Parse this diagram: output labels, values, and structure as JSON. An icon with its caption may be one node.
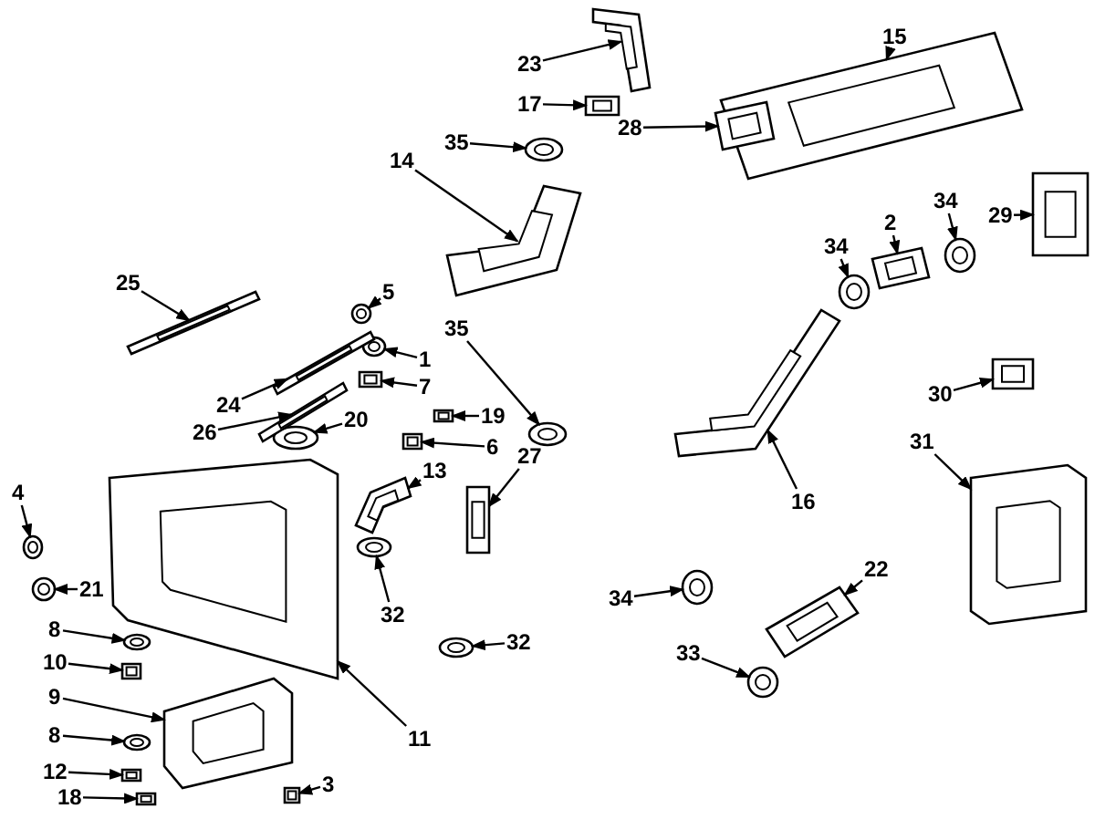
{
  "diagram": {
    "nodes": [
      {
        "text": [
          "15"
        ]
      },
      {
        "text": [
          "23"
        ]
      },
      {
        "text": [
          "17"
        ]
      },
      {
        "text": [
          "28"
        ]
      },
      {
        "text": [
          "35"
        ]
      },
      {
        "text": [
          "14"
        ]
      },
      {
        "text": [
          "34"
        ]
      },
      {
        "text": [
          "29"
        ]
      },
      {
        "text": [
          "2"
        ]
      },
      {
        "text": [
          "34"
        ]
      },
      {
        "text": [
          "25"
        ]
      },
      {
        "text": [
          "5"
        ]
      },
      {
        "text": [
          "35"
        ]
      },
      {
        "text": [
          "1"
        ]
      },
      {
        "text": [
          "7"
        ]
      },
      {
        "text": [
          "30"
        ]
      },
      {
        "text": [
          "24"
        ]
      },
      {
        "text": [
          "19"
        ]
      },
      {
        "text": [
          "20"
        ]
      },
      {
        "text": [
          "26"
        ]
      },
      {
        "text": [
          "31"
        ]
      },
      {
        "text": [
          "6"
        ]
      },
      {
        "text": [
          "27"
        ]
      },
      {
        "text": [
          "13"
        ]
      },
      {
        "text": [
          "4"
        ]
      },
      {
        "text": [
          "16"
        ]
      },
      {
        "text": [
          "22"
        ]
      },
      {
        "text": [
          "21"
        ]
      },
      {
        "text": [
          "34"
        ]
      },
      {
        "text": [
          "32"
        ]
      },
      {
        "text": [
          "8"
        ]
      },
      {
        "text": [
          "32"
        ]
      },
      {
        "text": [
          "33"
        ]
      },
      {
        "text": [
          "10"
        ]
      },
      {
        "text": [
          "9"
        ]
      },
      {
        "text": [
          "8"
        ]
      },
      {
        "text": [
          "11"
        ]
      },
      {
        "text": [
          "12"
        ]
      },
      {
        "text": [
          "3"
        ]
      },
      {
        "text": [
          "18"
        ]
      },
      {
        "text": [],
        "shape": "picture"
      },
      {
        "text": [],
        "shape": "picture"
      },
      {
        "text": [],
        "shape": "picture"
      },
      {
        "text": [],
        "shape": "picture"
      },
      {
        "text": [],
        "shape": "picture"
      },
      {
        "text": [],
        "shape": "picture"
      },
      {
        "text": [],
        "shape": "picture"
      },
      {
        "text": [],
        "shape": "picture"
      },
      {
        "text": [],
        "shape": "picture"
      },
      {
        "text": [],
        "shape": "picture"
      },
      {
        "text": [],
        "shape": "picture"
      },
      {
        "text": [],
        "shape": "picture"
      },
      {
        "text": [],
        "shape": "picture"
      },
      {
        "text": [],
        "shape": "picture"
      },
      {
        "text": [],
        "shape": "picture"
      },
      {
        "text": [],
        "shape": "picture"
      },
      {
        "text": [],
        "shape": "picture"
      },
      {
        "text": [],
        "shape": "picture"
      },
      {
        "text": [],
        "shape": "picture"
      },
      {
        "text": [],
        "shape": "picture"
      },
      {
        "text": [],
        "shape": "picture"
      },
      {
        "text": [],
        "shape": "picture"
      },
      {
        "text": [],
        "shape": "picture"
      },
      {
        "text": [],
        "shape": "picture"
      },
      {
        "text": [],
        "shape": "picture"
      },
      {
        "text": [],
        "shape": "picture"
      },
      {
        "text": [],
        "shape": "picture"
      },
      {
        "text": [],
        "shape": "picture"
      },
      {
        "text": [],
        "shape": "picture"
      },
      {
        "text": [],
        "shape": "picture"
      },
      {
        "text": [],
        "shape": "picture"
      },
      {
        "text": [],
        "shape": "picture"
      },
      {
        "text": [],
        "shape": "picture"
      },
      {
        "text": [],
        "shape": "picture"
      },
      {
        "text": [],
        "shape": "picture"
      },
      {
        "text": [],
        "shape": "picture"
      },
      {
        "text": [],
        "shape": "picture"
      },
      {
        "text": [],
        "shape": "picture"
      },
      {
        "text": [],
        "shape": "picture"
      },
      {
        "text": [],
        "shape": "picture"
      }
    ],
    "edges": [
      {
        "from": 0,
        "to": 40,
        "arrow": "to"
      },
      {
        "from": 1,
        "to": 41,
        "arrow": "to"
      },
      {
        "from": 2,
        "to": 42,
        "arrow": "to"
      },
      {
        "from": 3,
        "to": 43,
        "arrow": "to"
      },
      {
        "from": 4,
        "to": 44,
        "arrow": "to"
      },
      {
        "from": 5,
        "to": 45,
        "arrow": "to"
      },
      {
        "from": 6,
        "to": 46,
        "arrow": "to"
      },
      {
        "from": 7,
        "to": 47,
        "arrow": "to"
      },
      {
        "from": 8,
        "to": 48,
        "arrow": "to"
      },
      {
        "from": 9,
        "to": 49,
        "arrow": "to"
      },
      {
        "from": 10,
        "to": 50,
        "arrow": "to"
      },
      {
        "from": 11,
        "to": 51,
        "arrow": "to"
      },
      {
        "from": 12,
        "to": 52,
        "arrow": "to"
      },
      {
        "from": 13,
        "to": 53,
        "arrow": "to"
      },
      {
        "from": 14,
        "to": 54,
        "arrow": "to"
      },
      {
        "from": 15,
        "to": 55,
        "arrow": "to"
      },
      {
        "from": 16,
        "to": 56,
        "arrow": "to"
      },
      {
        "from": 17,
        "to": 57,
        "arrow": "to"
      },
      {
        "from": 18,
        "to": 58,
        "arrow": "to"
      },
      {
        "from": 19,
        "to": 59,
        "arrow": "to"
      },
      {
        "from": 20,
        "to": 60,
        "arrow": "to"
      },
      {
        "from": 21,
        "to": 61,
        "arrow": "to"
      },
      {
        "from": 22,
        "to": 62,
        "arrow": "to"
      },
      {
        "from": 23,
        "to": 63,
        "arrow": "to"
      },
      {
        "from": 24,
        "to": 64,
        "arrow": "to"
      },
      {
        "from": 25,
        "to": 65,
        "arrow": "to"
      },
      {
        "from": 26,
        "to": 66,
        "arrow": "to"
      },
      {
        "from": 27,
        "to": 67,
        "arrow": "to"
      },
      {
        "from": 28,
        "to": 68,
        "arrow": "to"
      },
      {
        "from": 29,
        "to": 69,
        "arrow": "to"
      },
      {
        "from": 30,
        "to": 70,
        "arrow": "to"
      },
      {
        "from": 31,
        "to": 71,
        "arrow": "to"
      },
      {
        "from": 32,
        "to": 72,
        "arrow": "to"
      },
      {
        "from": 33,
        "to": 73,
        "arrow": "to"
      },
      {
        "from": 34,
        "to": 74,
        "arrow": "to"
      },
      {
        "from": 35,
        "to": 75,
        "arrow": "to"
      },
      {
        "from": 36,
        "to": 76,
        "arrow": "to"
      },
      {
        "from": 37,
        "to": 77,
        "arrow": "to"
      },
      {
        "from": 38,
        "to": 78,
        "arrow": "to"
      },
      {
        "from": 39,
        "to": 79,
        "arrow": "to"
      }
    ]
  }
}
